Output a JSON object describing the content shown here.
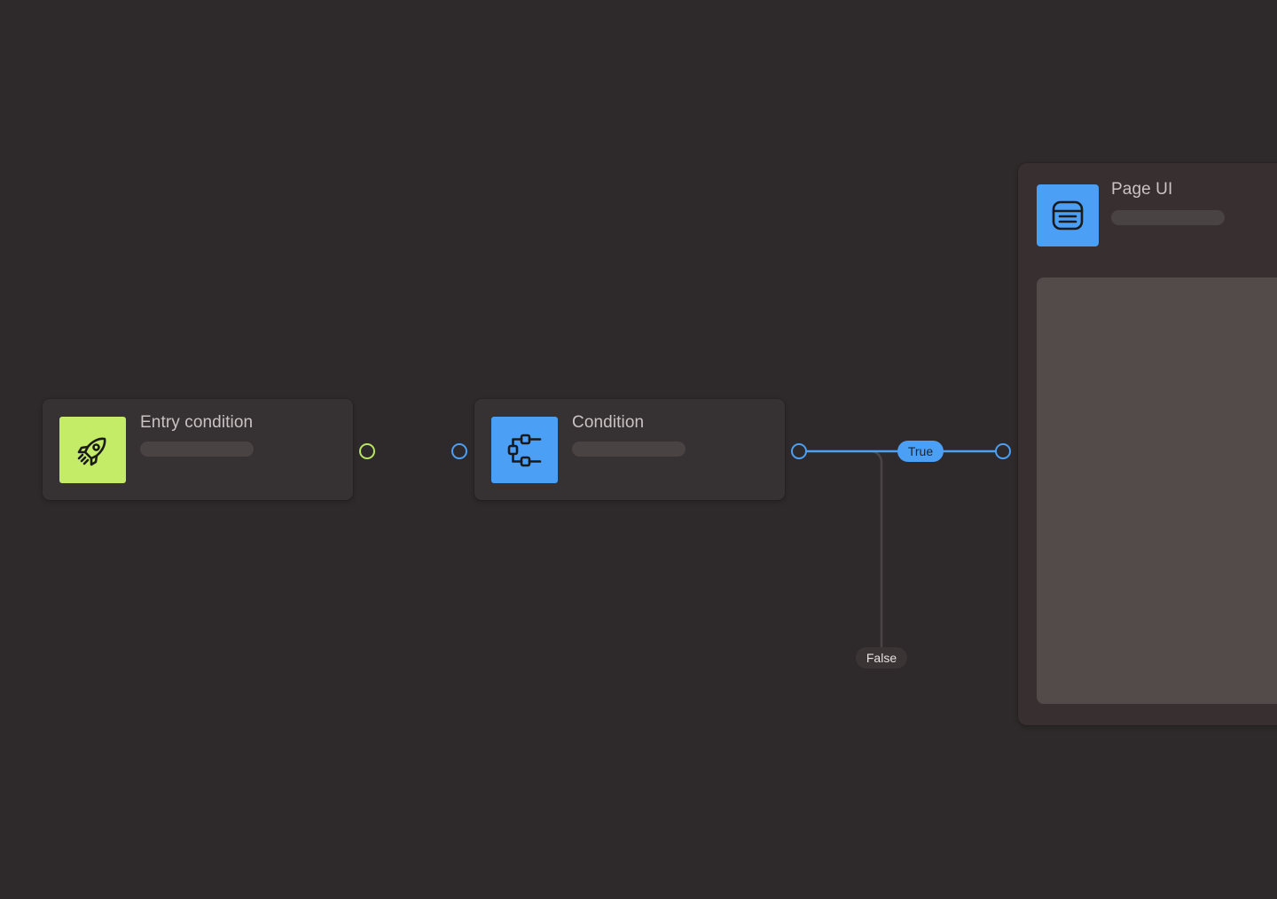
{
  "nodes": {
    "entry": {
      "title": "Entry condition",
      "icon": "rocket-icon",
      "icon_color": "#c4ec66"
    },
    "condition": {
      "title": "Condition",
      "icon": "branch-icon",
      "icon_color": "#4b9ff5"
    },
    "page": {
      "title": "Page UI",
      "icon": "page-layout-icon",
      "icon_color": "#4b9ff5"
    }
  },
  "edges": {
    "true_label": "True",
    "false_label": "False"
  },
  "colors": {
    "canvas_background": "#2e2a2b",
    "entry_port": "#b7e55f",
    "flow_port": "#4b9ff5",
    "false_edge": "#4a4445"
  }
}
